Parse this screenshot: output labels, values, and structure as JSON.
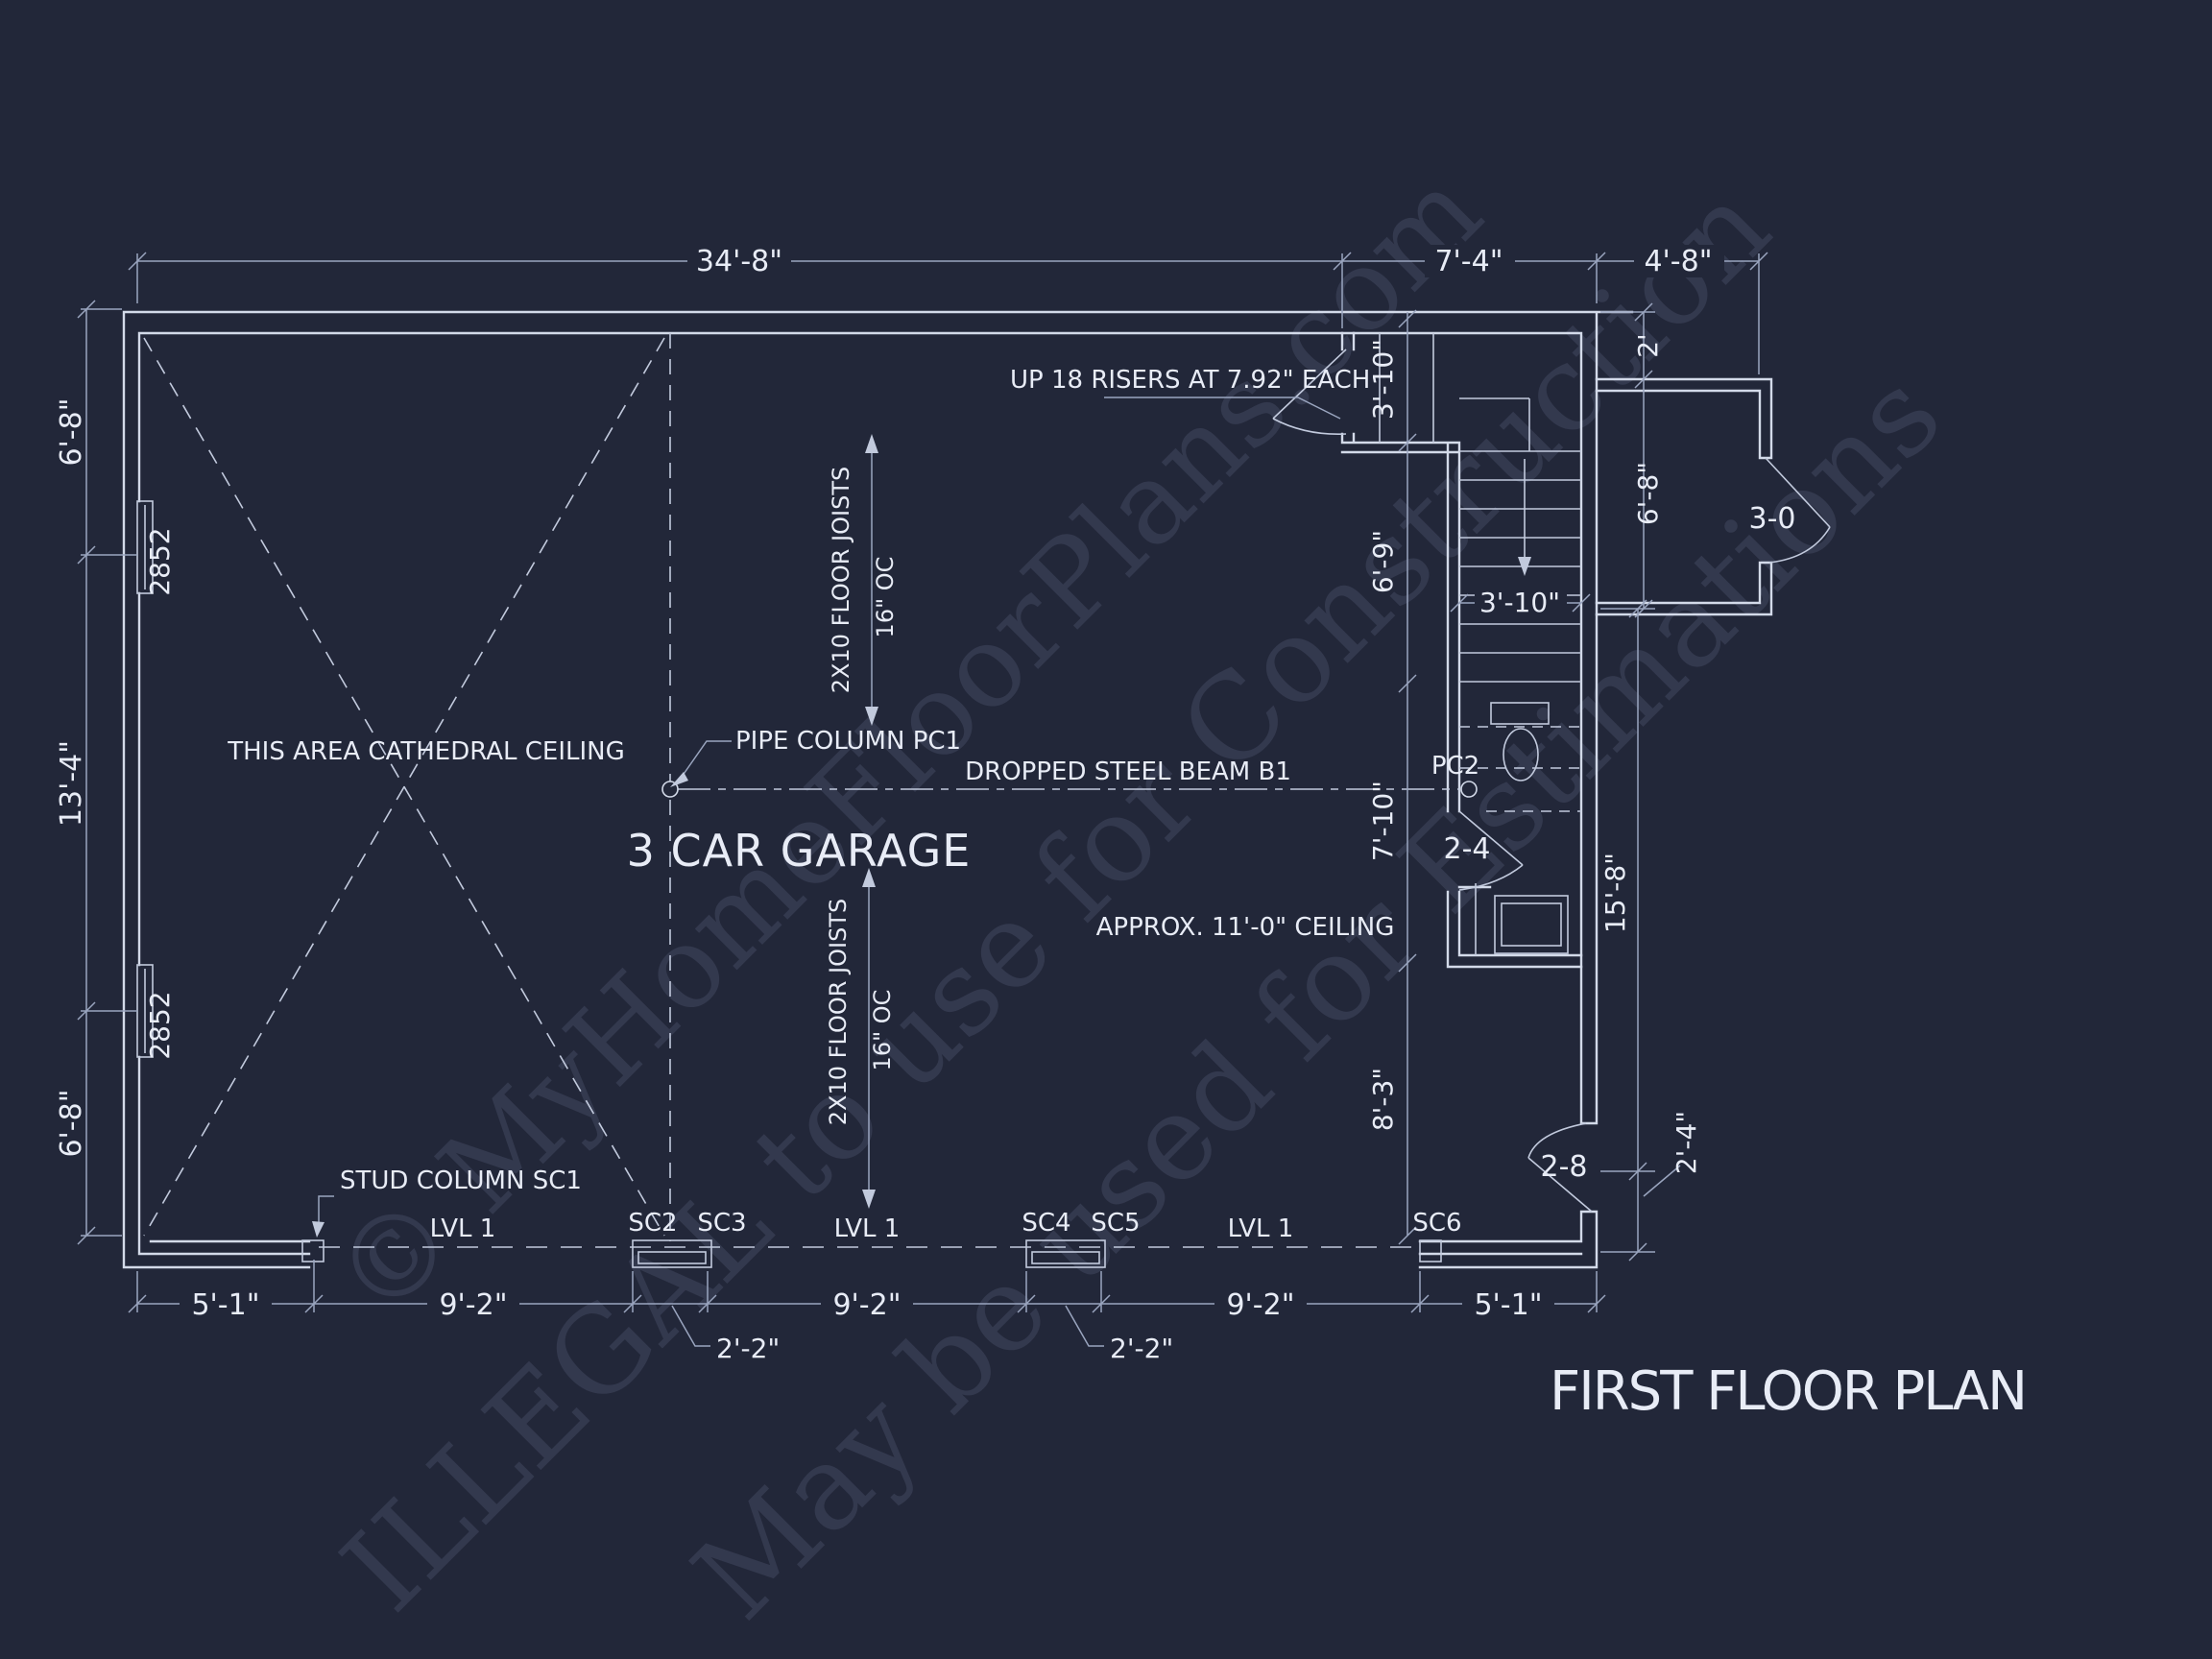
{
  "plan_title": "FIRST FLOOR PLAN",
  "watermark": {
    "line1": "© MyHomeFloorPlans.com",
    "line2": "ILLEGAL to use for Construction",
    "line3": "May be used for Estimations"
  },
  "rooms": {
    "garage": "3 CAR GARAGE",
    "cathedral_note": "THIS AREA CATHEDRAL CEILING",
    "ceiling_note": "APPROX. 11'-0\" CEILING"
  },
  "notes": {
    "risers": "UP 18 RISERS AT 7.92\" EACH",
    "pipe_column": "PIPE COLUMN PC1",
    "beam": "DROPPED STEEL BEAM B1",
    "stud_column": "STUD COLUMN SC1",
    "pc2": "PC2",
    "lvl": "LVL 1",
    "window": "2852",
    "joists": "2X10 FLOOR JOISTS",
    "joist_spacing": "16\" OC"
  },
  "columns": {
    "sc2": "SC2",
    "sc3": "SC3",
    "sc4": "SC4",
    "sc5": "SC5",
    "sc6": "SC6"
  },
  "doors": {
    "front": "3-0",
    "under_stair": "2-4",
    "side": "2-8"
  },
  "dims": {
    "top": [
      "34'-8\"",
      "7'-4\"",
      "4'-8\""
    ],
    "left": [
      "6'-8\"",
      "13'-4\"",
      "6'-8\""
    ],
    "bottom": [
      "5'-1\"",
      "9'-2\"",
      "9'-2\"",
      "9'-2\"",
      "5'-1\""
    ],
    "pier": "2'-2\"",
    "right_chain": [
      "3'-10\"",
      "6'-9\"",
      "7'-10\"",
      "8'-3\""
    ],
    "stair_width": "3'-10\"",
    "porch": [
      "2'",
      "6'-8\""
    ],
    "right_side": [
      "15'-8\"",
      "2'-4\""
    ]
  }
}
